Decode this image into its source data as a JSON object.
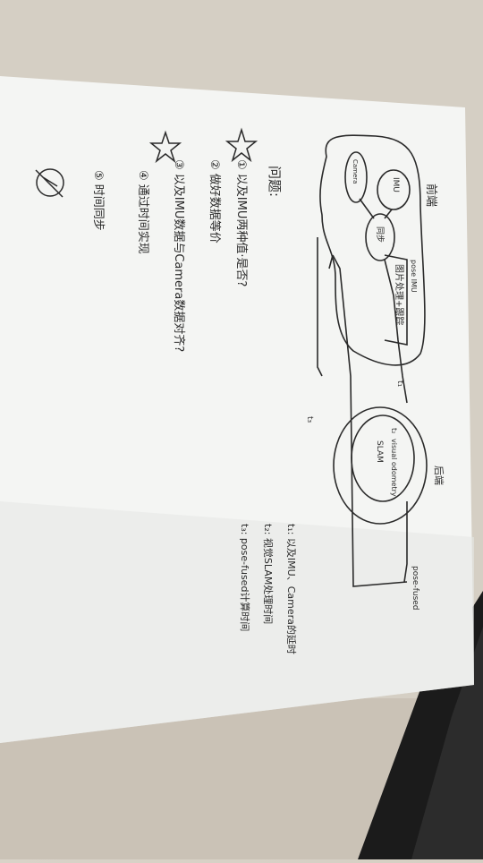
{
  "photo": {
    "subject": "handwritten-diagram-on-paper",
    "orientation": "rotated-90-clockwise",
    "colors": {
      "table": "#d2ccc1",
      "paper": "#f4f5f3",
      "ink": "#2a2a2a",
      "dark_object": "#1b1b1b"
    }
  },
  "diagram": {
    "left_region_label": "前端",
    "right_region_label": "后端",
    "nodes": {
      "imu": "IMU",
      "camera": "Camera",
      "sync": "同步",
      "pose_imu": "pose IMU",
      "process": "图片处理+跟踪",
      "visual": "visual odometry",
      "slam": "SLAM",
      "pose_fused": "pose-fused"
    },
    "edges": {
      "t1": "t₁",
      "t2": "t₂",
      "t3": "t₃"
    }
  },
  "notes": {
    "t1": "t₁: 以及IMU、Camera的延时",
    "t2": "t₂: 视觉SLAM处理时间",
    "t3": "t₃: pose-fused计算时间"
  },
  "questions": {
    "title": "问题:",
    "items": [
      "① 以及IMU两种值·是否?",
      "② 做好数据等价",
      "③ 以及IMU数据与Camera数据对齐?",
      "④ 通过时间实现",
      "⑤ 时间同步"
    ]
  }
}
